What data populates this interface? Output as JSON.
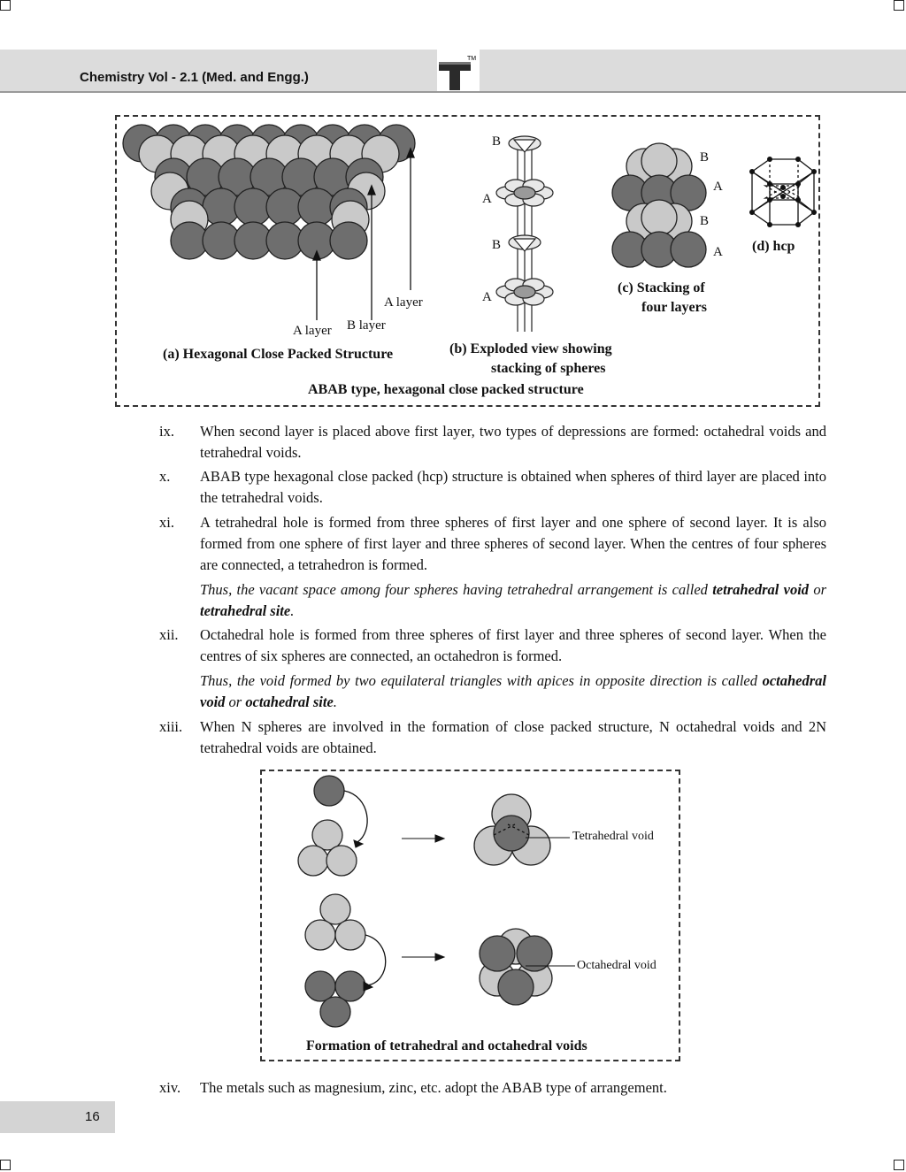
{
  "header": {
    "title": "Chemistry Vol - 2.1 (Med. and Engg.)",
    "logo_icon": "t-logo-icon",
    "logo_mark": "TM"
  },
  "figure1": {
    "labels": {
      "a_layer_top": "A layer",
      "a_layer_bottom": "A layer",
      "b_layer": "B layer",
      "caption_a": "(a) Hexagonal Close Packed Structure",
      "caption_b_line1": "(b) Exploded view showing",
      "caption_b_line2": "stacking of spheres",
      "b_stack": [
        "B",
        "A",
        "B",
        "A"
      ],
      "c_stack": [
        "B",
        "A",
        "B",
        "A"
      ],
      "caption_c_line1": "(c) Stacking of",
      "caption_c_line2": "four layers",
      "caption_d": "(d) hcp",
      "main_caption": "ABAB type, hexagonal close packed structure"
    }
  },
  "items": [
    {
      "num": "ix.",
      "text": "When second layer is placed above first layer, two types of depressions are formed: octahedral voids and tetrahedral voids."
    },
    {
      "num": "x.",
      "text": "ABAB type hexagonal close packed (hcp) structure is obtained when spheres of third layer are placed into the tetrahedral voids."
    },
    {
      "num": "xi.",
      "text": "A tetrahedral hole is formed from three spheres of first layer and one sphere of second layer. It is also formed from one sphere of first layer and three spheres of second layer. When the centres of four spheres are connected, a tetrahedron is formed.",
      "italic_pre": "Thus, the vacant space among four spheres having tetrahedral arrangement is called ",
      "bold1": "tetrahedral void",
      "italic_mid": " or ",
      "bold2": "tetrahedral site",
      "italic_end": "."
    },
    {
      "num": "xii.",
      "text": "Octahedral hole is formed from three spheres of first layer and three spheres of second layer. When the centres of six spheres are connected, an octahedron is formed.",
      "italic_pre": "Thus, the void formed by two equilateral triangles with apices in opposite direction is called ",
      "bold1": "octahedral void",
      "italic_mid": " or ",
      "bold2": "octahedral site",
      "italic_end": "."
    },
    {
      "num": "xiii.",
      "text": "When N spheres are involved in the formation of close packed structure, N octahedral voids and 2N tetrahedral voids are obtained."
    }
  ],
  "figure2": {
    "tetra_label": "Tetrahedral void",
    "octa_label": "Octahedral void",
    "caption": "Formation of tetrahedral and octahedral voids"
  },
  "last_item": {
    "num": "xiv.",
    "text": "The metals such as magnesium, zinc, etc. adopt the ABAB type of arrangement."
  },
  "footer": {
    "page_number": "16"
  },
  "colors": {
    "dark_sphere": "#6e6e6e",
    "light_sphere": "#c9c9c9",
    "header_band": "#dcdcdc"
  }
}
